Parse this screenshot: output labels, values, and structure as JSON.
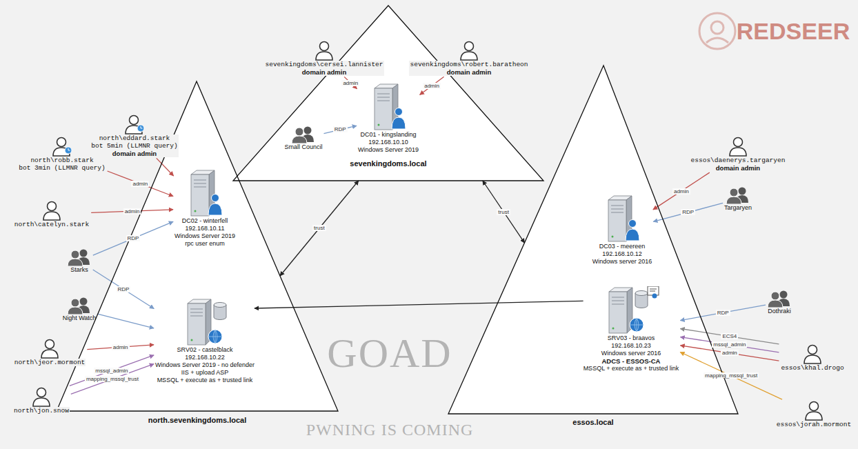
{
  "diagram": {
    "nodes": [
      {
        "text": [
          "sevenkingdoms.local"
        ]
      },
      {
        "text": [
          "DC01 - kingslanding",
          "192.168.10.10",
          "Windows Server 2019"
        ],
        "in": 0
      },
      {
        "text": [
          "Small Council"
        ],
        "in": 0
      },
      {
        "text": [
          "sevenkingdoms\\cersei.lannister",
          "domain admin"
        ]
      },
      {
        "text": [
          "sevenkingdoms\\robert.baratheon",
          "domain admin"
        ]
      },
      {
        "text": [
          "north.sevenkingdoms.local"
        ]
      },
      {
        "text": [
          "DC02 - winterfell",
          "192.168.10.11",
          "Windows Server 2019",
          "rpc user enum"
        ],
        "in": 5
      },
      {
        "text": [
          "SRV02 - castelblack",
          "192.168.10.22",
          "Windows Server 2019 - no defender",
          "IIS + upload ASP",
          "MSSQL + execute as + trusted link"
        ],
        "in": 5
      },
      {
        "text": [
          "essos.local"
        ]
      },
      {
        "text": [
          "DC03 - meereen",
          "192.168.10.12",
          "Windows server 2016"
        ],
        "in": 8
      },
      {
        "text": [
          "SRV03 - braavos",
          "192.168.10.23",
          "Windows server 2016",
          "ADCS - ESSOS-CA",
          "MSSQL + execute as + trusted link"
        ],
        "in": 8
      },
      {
        "text": [
          "north\\robb.stark",
          "bot 3min (LLMNR query)"
        ]
      },
      {
        "text": [
          "north\\eddard.stark",
          "bot 5min (LLMNR query)",
          "domain admin"
        ]
      },
      {
        "text": [
          "north\\catelyn.stark"
        ]
      },
      {
        "text": [
          "Starks"
        ]
      },
      {
        "text": [
          "Night Watch"
        ]
      },
      {
        "text": [
          "north\\jeor.mormont"
        ]
      },
      {
        "text": [
          "north\\jon.snow"
        ]
      },
      {
        "text": [
          "essos\\daenerys.targaryen",
          "domain admin"
        ]
      },
      {
        "text": [
          "Targaryen"
        ]
      },
      {
        "text": [
          "Dothraki"
        ]
      },
      {
        "text": [
          "essos\\khal.drogo"
        ]
      },
      {
        "text": [
          "essos\\jorah.mormont"
        ]
      }
    ],
    "edges": [
      {
        "from": 3,
        "to": 1,
        "label": "admin",
        "arrow": "to"
      },
      {
        "from": 4,
        "to": 1,
        "label": "admin",
        "arrow": "to"
      },
      {
        "from": 2,
        "to": 1,
        "label": "RDP",
        "arrow": "to"
      },
      {
        "from": 11,
        "to": 6,
        "label": "admin",
        "arrow": "to"
      },
      {
        "from": 12,
        "to": 6,
        "arrow": "to"
      },
      {
        "from": 13,
        "to": 6,
        "label": "admin",
        "arrow": "to"
      },
      {
        "from": 14,
        "to": 6,
        "label": "RDP",
        "arrow": "to"
      },
      {
        "from": 14,
        "to": 7,
        "label": "RDP",
        "arrow": "to"
      },
      {
        "from": 15,
        "to": 7,
        "arrow": "to"
      },
      {
        "from": 16,
        "to": 7,
        "label": "admin",
        "arrow": "to"
      },
      {
        "from": 17,
        "to": 7,
        "label": "mssql_admin",
        "arrow": "to"
      },
      {
        "from": 17,
        "to": 7,
        "label": "mapping_mssql_trust",
        "arrow": "to"
      },
      {
        "from": 5,
        "to": 0,
        "label": "trust",
        "arrow": "both"
      },
      {
        "from": 0,
        "to": 8,
        "label": "trust",
        "arrow": "both"
      },
      {
        "from": 10,
        "to": 7,
        "arrow": "to"
      },
      {
        "from": 18,
        "to": 9,
        "label": "admin",
        "arrow": "to"
      },
      {
        "from": 19,
        "to": 9,
        "label": "RDP",
        "arrow": "to"
      },
      {
        "from": 20,
        "to": 10,
        "label": "RDP",
        "arrow": "to"
      },
      {
        "from": 21,
        "to": 10,
        "label": "admin",
        "arrow": "to"
      },
      {
        "from": 21,
        "to": 10,
        "label": "mssql_admin",
        "arrow": "to"
      },
      {
        "from": 21,
        "to": 10,
        "label": "ECS4",
        "arrow": "to"
      },
      {
        "from": 22,
        "to": 10,
        "label": "mapping_mssql_trust",
        "arrow": "to"
      }
    ],
    "labels": [
      "REDSEER",
      "GOAD",
      "PWNING IS COMING"
    ]
  }
}
